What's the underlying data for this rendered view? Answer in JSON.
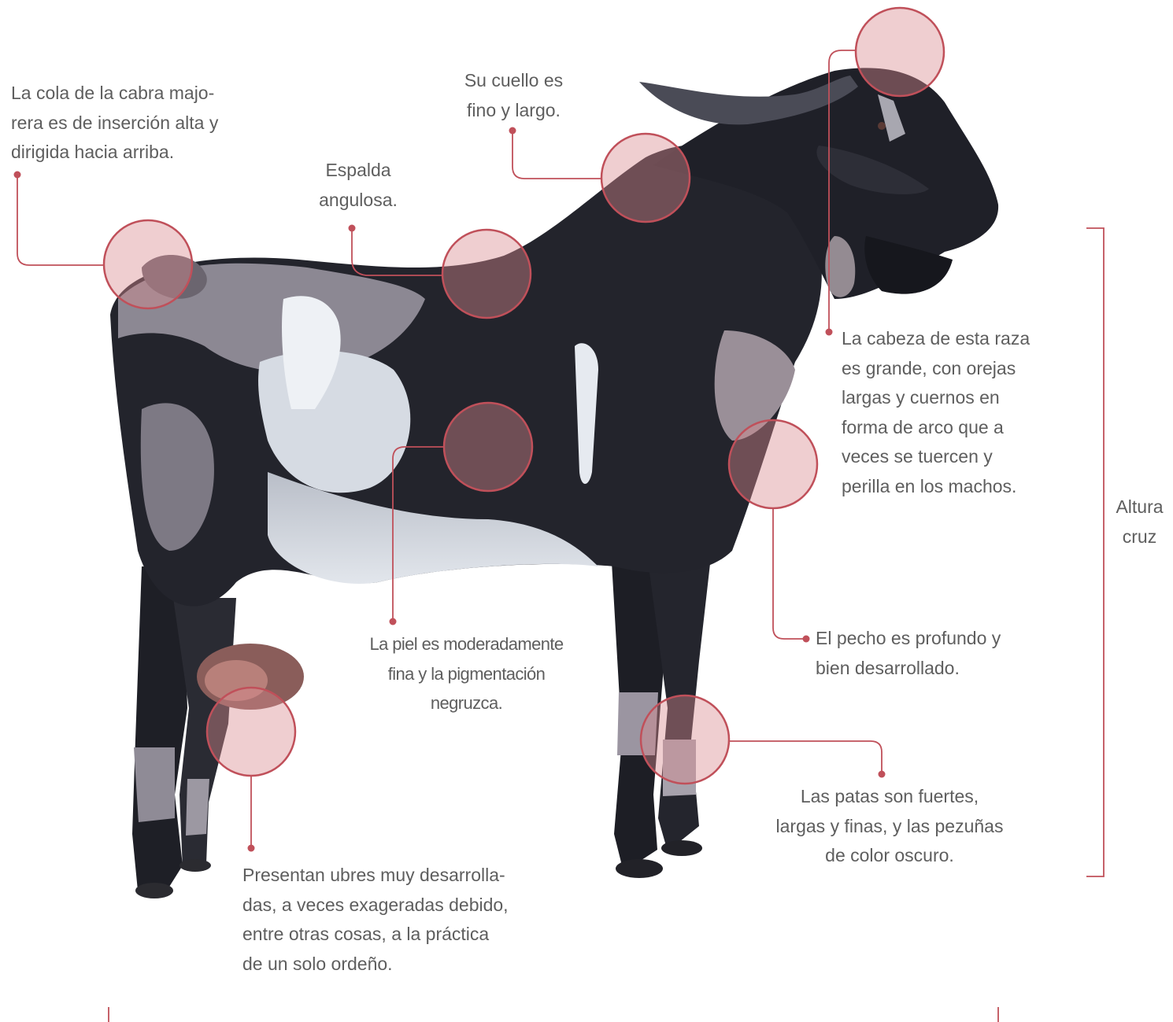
{
  "colors": {
    "accent": "#c0505a",
    "circle_fill": "#d98a90",
    "text": "#5e5e5e",
    "goat_black": "#1c1d24",
    "goat_grey": "#8e8a94",
    "goat_light": "#d8dde4"
  },
  "callouts": {
    "tail": "La cola de la cabra majo-\nrera es de inserción alta y\ndirigida hacia arriba.",
    "neck": "Su cuello es\nfino y largo.",
    "back": "Espalda\nangulosa.",
    "head": "La cabeza de esta raza\nes grande, con orejas\nlargas y cuernos en\nforma de arco que a\nveces se tuercen y\nperilla en los machos.",
    "skin": "La piel es moderadamente\nfina y la pigmentación\nnegruzca.",
    "chest": "El pecho es profundo y\nbien desarrollado.",
    "legs": "Las patas son fuertes,\nlargas y finas, y las pezuñas\nde color oscuro.",
    "udder": "Presentan ubres muy desarrolla-\ndas, a veces exageradas debido,\nentre otras cosas, a la práctica\nde un solo ordeño."
  },
  "height_bracket": {
    "label": "Altura\ncruz"
  }
}
